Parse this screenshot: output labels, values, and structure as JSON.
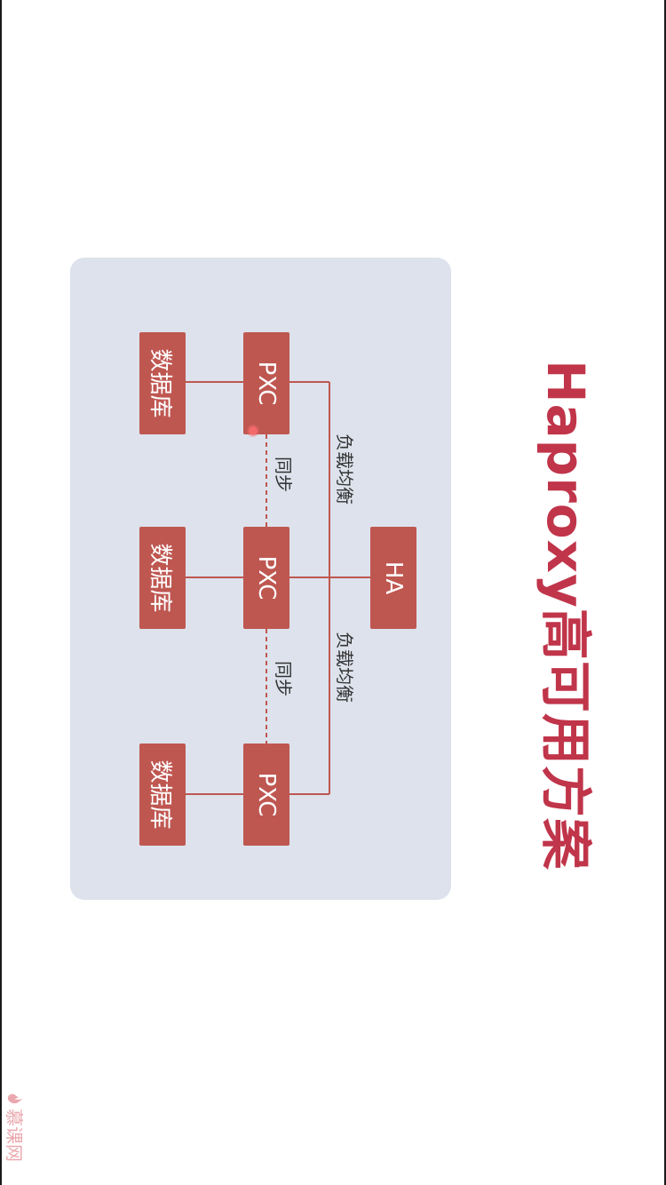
{
  "slide": {
    "title": "Haproxy高可用方案",
    "nodes": {
      "ha": "HA",
      "pxc_1": "PXC",
      "pxc_2": "PXC",
      "pxc_3": "PXC",
      "db_1": "数据库",
      "db_2": "数据库",
      "db_3": "数据库"
    },
    "edge_labels": {
      "load_balance_1": "负载均衡",
      "load_balance_2": "负载均衡",
      "sync_1": "同步",
      "sync_2": "同步"
    },
    "colors": {
      "title": "#c0354a",
      "box": "#bf5751",
      "panel": "#dde2ec",
      "connector": "#bf5751"
    }
  },
  "watermark": {
    "text": "慕课网",
    "icon": "flame-icon"
  }
}
